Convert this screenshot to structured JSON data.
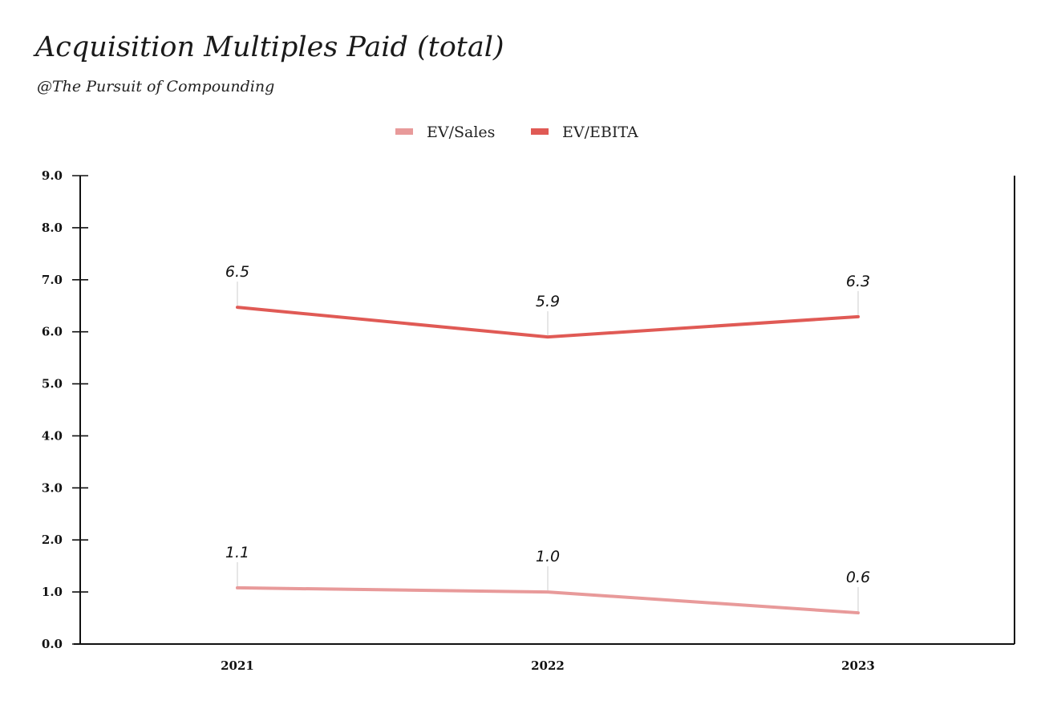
{
  "title": "Acquisition Multiples Paid (total)",
  "subtitle": "@The Pursuit of Compounding",
  "chart_data": {
    "type": "line",
    "title": "Acquisition Multiples Paid (total)",
    "subtitle": "@The Pursuit of Compounding",
    "categories": [
      "2021",
      "2022",
      "2023"
    ],
    "series": [
      {
        "name": "EV/Sales",
        "color": "#e89a9a",
        "values": [
          1.1,
          1.0,
          0.6
        ],
        "plot_values": [
          1.08,
          1.0,
          0.6
        ],
        "labels": [
          "1.1",
          "1.0",
          "0.6"
        ]
      },
      {
        "name": "EV/EBITA",
        "color": "#e05a55",
        "values": [
          6.5,
          5.9,
          6.3
        ],
        "plot_values": [
          6.47,
          5.9,
          6.29
        ],
        "labels": [
          "6.5",
          "5.9",
          "6.3"
        ]
      }
    ],
    "ylim": [
      0,
      9
    ],
    "yticks": [
      "0.0",
      "1.0",
      "2.0",
      "3.0",
      "4.0",
      "5.0",
      "6.0",
      "7.0",
      "8.0",
      "9.0"
    ],
    "xlabel": "",
    "ylabel": "",
    "grid": false,
    "legend": "top-center"
  }
}
